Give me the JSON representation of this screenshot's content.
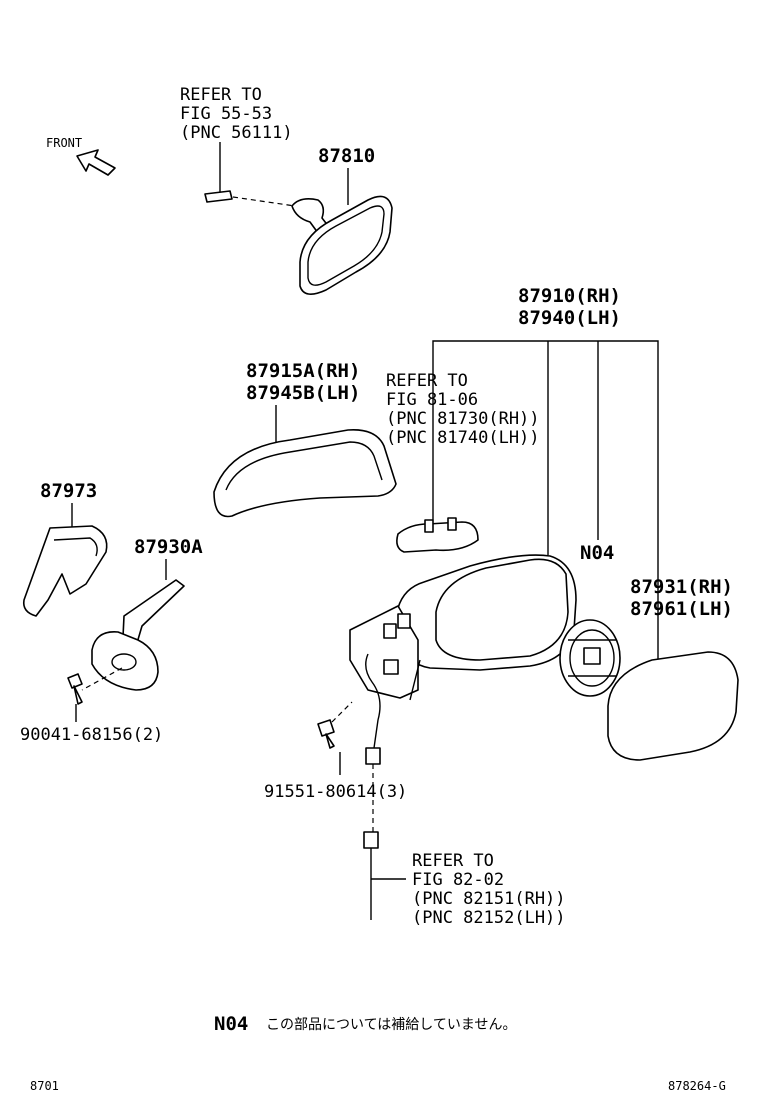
{
  "labels": {
    "front": "FRONT",
    "refer_1": [
      "REFER TO",
      "FIG 55-53",
      "(PNC 56111)"
    ],
    "p87810": "87810",
    "p87910_rh": "87910(RH)",
    "p87940_lh": "87940(LH)",
    "p87915a": "87915A(RH)",
    "p87945b": "87945B(LH)",
    "refer_2": [
      "REFER TO",
      "FIG 81-06",
      "(PNC 81730(RH))",
      "(PNC 81740(LH))"
    ],
    "p87973": "87973",
    "p87930a": "87930A",
    "n04": "N04",
    "p87931_rh": "87931(RH)",
    "p87961_lh": "87961(LH)",
    "p90041": "90041-68156(2)",
    "p91551": "91551-80614(3)",
    "refer_3": [
      "REFER TO",
      "FIG 82-02",
      "(PNC 82151(RH))",
      "(PNC 82152(LH))"
    ]
  },
  "footnote": {
    "code": "N04",
    "text": "この部品については補給していません。"
  },
  "footer": {
    "left": "8701",
    "right": "878264-G"
  }
}
